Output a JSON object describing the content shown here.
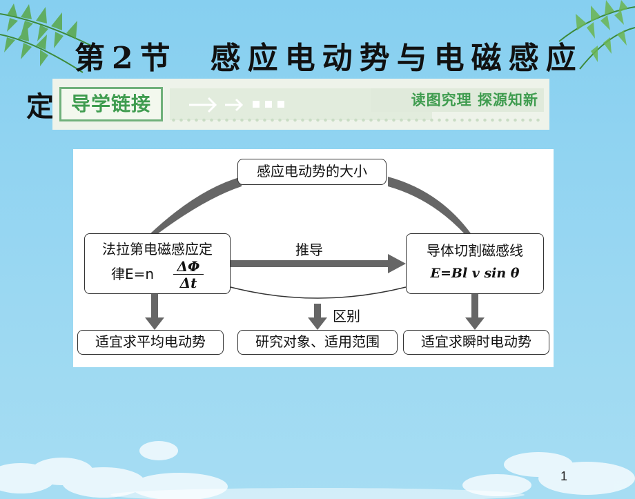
{
  "slide": {
    "title_main": "第2节",
    "title_rest": "感应电动势与电磁感应",
    "title_cont": "定",
    "page_number": "1"
  },
  "banner": {
    "tag": "导学链接",
    "tagline": "读图究理  探源知新"
  },
  "diagram": {
    "top": "感应电动势的大小",
    "left_line1": "法拉第电磁感应定",
    "left_line2": "律E=n",
    "left_frac_num": "ΔΦ",
    "left_frac_den": "Δt",
    "right_line1": "导体切割磁感线",
    "right_line2": "E=Bl v sin θ",
    "arrow_label": "推导",
    "diff_label": "区别",
    "bottom_left": "适宜求平均电动势",
    "bottom_mid": "研究对象、适用范围",
    "bottom_right": "适宜求瞬时电动势"
  },
  "colors": {
    "background": "#8fd3ee",
    "banner_green": "#3f9c4f",
    "arrow_gray": "#666666"
  }
}
